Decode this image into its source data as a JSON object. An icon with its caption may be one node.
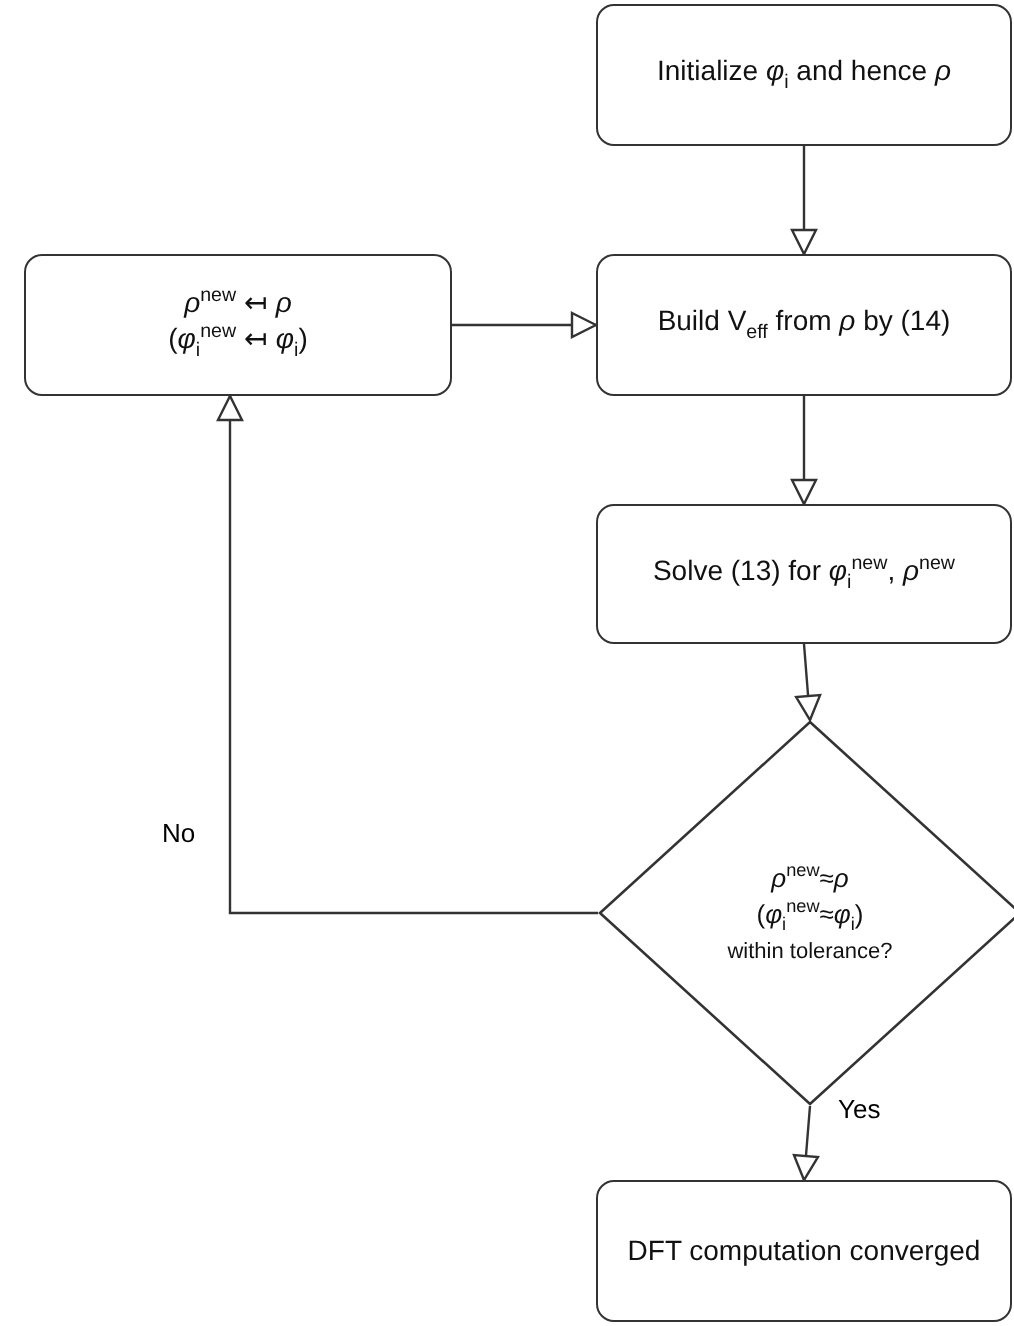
{
  "diagram": {
    "nodes": [
      {
        "text": [
          "Initialize *φ*$_{i}$ and hence *ρ*"
        ]
      },
      {
        "text": [
          "*ρ*$^{new}$ ↤ *ρ*",
          "(*φ*$_{i}$$^{new}$ ↤ *φ*$_{i}$)"
        ]
      },
      {
        "text": [
          "Build V$_{eff}$ from *ρ* by (14)"
        ]
      },
      {
        "text": [
          "Solve (13) for *φ*$_{i}$$^{new}$, *ρ*$^{new}$"
        ]
      },
      {
        "text": [
          "*ρ*$^{new}$≈*ρ*",
          "(*φ*$_{i}$$^{new}$≈*φ*$_{i}$)",
          "within tolerance?"
        ]
      },
      {
        "text": [
          "DFT computation converged"
        ]
      }
    ],
    "edges": [
      {
        "from": 0,
        "to": 2,
        "arrow": "to"
      },
      {
        "from": 1,
        "to": 2,
        "arrow": "to"
      },
      {
        "from": 2,
        "to": 3,
        "arrow": "to"
      },
      {
        "from": 3,
        "to": 4,
        "arrow": "to"
      },
      {
        "from": 4,
        "to": 1,
        "arrow": "to",
        "label": "No"
      },
      {
        "from": 4,
        "to": 5,
        "arrow": "to",
        "label": "Yes"
      }
    ]
  }
}
